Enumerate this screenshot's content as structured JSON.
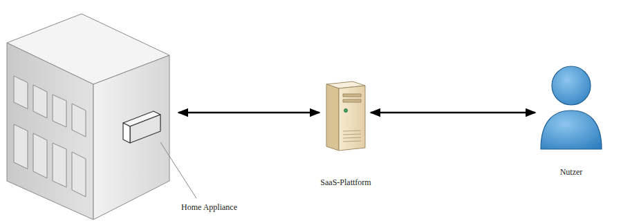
{
  "diagram": {
    "nodes": [
      {
        "text": [
          "Home Appliance"
        ]
      },
      {
        "text": [
          "SaaS-Plattform"
        ]
      },
      {
        "text": [
          "Nutzer"
        ]
      }
    ],
    "edges": [
      {
        "from": 0,
        "to": 1,
        "arrow": "both"
      },
      {
        "from": 1,
        "to": 2,
        "arrow": "both"
      }
    ]
  }
}
